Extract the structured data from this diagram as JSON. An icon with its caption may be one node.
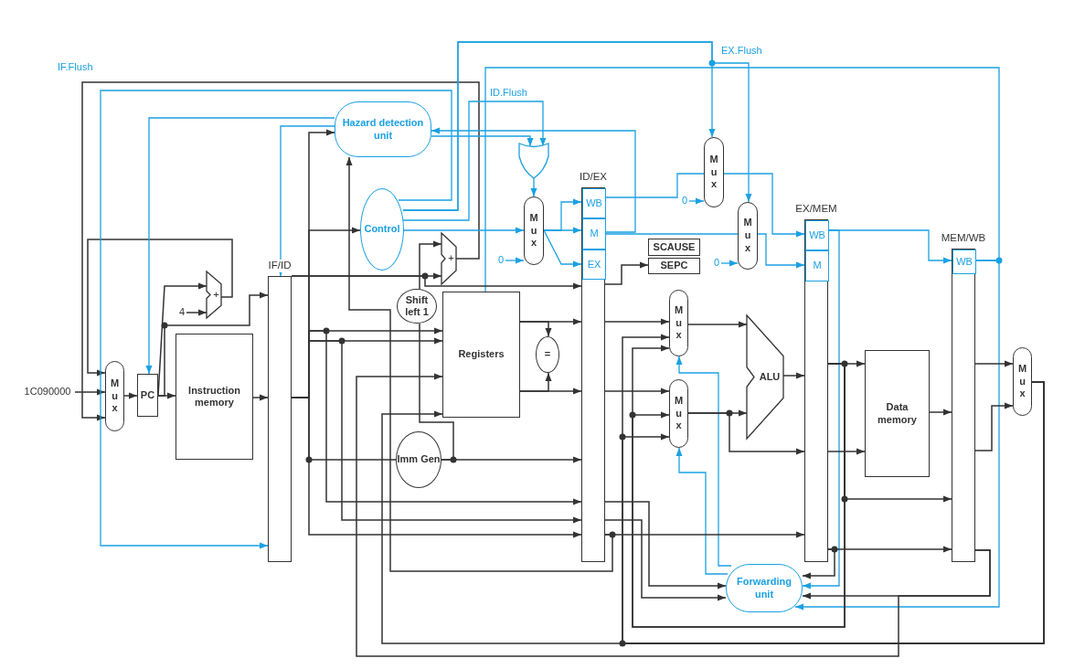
{
  "diagram": {
    "nodes": [
      {
        "text": [
          "Hazard detection unit"
        ]
      },
      {
        "text": [
          "Control"
        ]
      },
      {
        "text": [
          "IF/ID"
        ]
      },
      {
        "text": [
          "PC"
        ]
      },
      {
        "text": [
          "Instruction memory"
        ]
      },
      {
        "text": [
          "Mux"
        ]
      },
      {
        "text": [
          "+"
        ]
      },
      {
        "text": [
          "+"
        ]
      },
      {
        "text": [
          "Shift left 1"
        ]
      },
      {
        "text": [
          "Registers"
        ]
      },
      {
        "text": [
          "="
        ]
      },
      {
        "text": [
          "Imm Gen"
        ]
      },
      {
        "text": [],
        "shape": "gate"
      },
      {
        "text": [
          "Mux"
        ]
      },
      {
        "text": [
          "ID/EX"
        ]
      },
      {
        "text": [
          "WB"
        ],
        "in": 14
      },
      {
        "text": [
          "M"
        ],
        "in": 14
      },
      {
        "text": [
          "EX"
        ],
        "in": 14
      },
      {
        "text": [
          "SCAUSE"
        ]
      },
      {
        "text": [
          "SEPC"
        ]
      },
      {
        "text": [
          "Mux"
        ]
      },
      {
        "text": [
          "Mux"
        ]
      },
      {
        "text": [
          "EX/MEM"
        ]
      },
      {
        "text": [
          "WB"
        ],
        "in": 22
      },
      {
        "text": [
          "M"
        ],
        "in": 22
      },
      {
        "text": [
          "MEM/WB"
        ]
      },
      {
        "text": [
          "WB"
        ],
        "in": 25
      },
      {
        "text": [
          "Mux"
        ]
      },
      {
        "text": [
          "Mux"
        ]
      },
      {
        "text": [
          "ALU"
        ]
      },
      {
        "text": [
          "Data memory"
        ]
      },
      {
        "text": [
          "Mux"
        ]
      },
      {
        "text": [
          "Forwarding unit"
        ]
      },
      {
        "text": [
          "1C090000"
        ]
      },
      {
        "text": [
          "4"
        ]
      },
      {
        "text": [
          "0"
        ]
      },
      {
        "text": [
          "0"
        ]
      },
      {
        "text": [
          "0"
        ]
      }
    ],
    "edges": [
      {
        "from": 33,
        "to": 5,
        "arrow": "to"
      },
      {
        "from": 5,
        "to": 3,
        "arrow": "to"
      },
      {
        "from": 3,
        "to": 4,
        "arrow": "to"
      },
      {
        "from": 3,
        "to": 6,
        "arrow": "to"
      },
      {
        "from": 3,
        "to": 2,
        "arrow": "to"
      },
      {
        "from": 34,
        "to": 6,
        "arrow": "to"
      },
      {
        "from": 6,
        "to": 5,
        "arrow": "to"
      },
      {
        "from": 7,
        "to": 5,
        "arrow": "to"
      },
      {
        "from": 4,
        "to": 2,
        "arrow": "to"
      },
      {
        "from": 2,
        "to": 7,
        "arrow": "to"
      },
      {
        "from": 8,
        "to": 7,
        "arrow": "to"
      },
      {
        "from": 2,
        "to": 0,
        "arrow": "to"
      },
      {
        "from": 2,
        "to": 1,
        "arrow": "to"
      },
      {
        "from": 16,
        "to": 0,
        "arrow": "to",
        "color": "#1ba1e2"
      },
      {
        "from": 14,
        "to": 0,
        "arrow": "to"
      },
      {
        "from": 1,
        "to": 2,
        "arrow": "to",
        "color": "#1ba1e2",
        "label": "IF.Flush"
      },
      {
        "from": 1,
        "to": 20,
        "arrow": "to",
        "color": "#1ba1e2",
        "label": "EX.Flush"
      },
      {
        "from": 1,
        "to": 21,
        "arrow": "to",
        "color": "#1ba1e2"
      },
      {
        "from": 1,
        "to": 12,
        "arrow": "to",
        "color": "#1ba1e2",
        "label": "ID.Flush"
      },
      {
        "from": 0,
        "to": 12,
        "arrow": "to",
        "color": "#1ba1e2"
      },
      {
        "from": 0,
        "to": 3,
        "arrow": "to",
        "color": "#1ba1e2"
      },
      {
        "from": 0,
        "to": 2,
        "arrow": "to",
        "color": "#1ba1e2"
      },
      {
        "from": 12,
        "to": 13,
        "arrow": "to",
        "color": "#1ba1e2"
      },
      {
        "from": 1,
        "to": 13,
        "arrow": "to",
        "color": "#1ba1e2"
      },
      {
        "from": 35,
        "to": 13,
        "arrow": "to",
        "color": "#1ba1e2"
      },
      {
        "from": 13,
        "to": 15,
        "arrow": "to",
        "color": "#1ba1e2"
      },
      {
        "from": 13,
        "to": 16,
        "arrow": "to",
        "color": "#1ba1e2"
      },
      {
        "from": 13,
        "to": 17,
        "arrow": "to",
        "color": "#1ba1e2"
      },
      {
        "from": 15,
        "to": 20,
        "arrow": "none",
        "color": "#1ba1e2"
      },
      {
        "from": 36,
        "to": 20,
        "arrow": "to",
        "color": "#1ba1e2"
      },
      {
        "from": 20,
        "to": 23,
        "arrow": "to",
        "color": "#1ba1e2"
      },
      {
        "from": 16,
        "to": 21,
        "arrow": "none",
        "color": "#1ba1e2"
      },
      {
        "from": 37,
        "to": 21,
        "arrow": "to",
        "color": "#1ba1e2"
      },
      {
        "from": 21,
        "to": 24,
        "arrow": "to",
        "color": "#1ba1e2"
      },
      {
        "from": 14,
        "to": 19,
        "arrow": "to"
      },
      {
        "from": 23,
        "to": 26,
        "arrow": "to",
        "color": "#1ba1e2"
      },
      {
        "from": 23,
        "to": 32,
        "arrow": "to",
        "color": "#1ba1e2"
      },
      {
        "from": 26,
        "to": 32,
        "arrow": "to",
        "color": "#1ba1e2"
      },
      {
        "from": 26,
        "to": 9,
        "arrow": "none",
        "color": "#1ba1e2"
      },
      {
        "from": 32,
        "to": 27,
        "arrow": "to",
        "color": "#1ba1e2"
      },
      {
        "from": 32,
        "to": 28,
        "arrow": "to",
        "color": "#1ba1e2"
      },
      {
        "from": 2,
        "to": 9,
        "arrow": "to"
      },
      {
        "from": 2,
        "to": 9,
        "arrow": "to"
      },
      {
        "from": 2,
        "to": 14,
        "arrow": "to"
      },
      {
        "from": 2,
        "to": 14,
        "arrow": "to"
      },
      {
        "from": 2,
        "to": 14,
        "arrow": "to"
      },
      {
        "from": 2,
        "to": 11,
        "arrow": "none"
      },
      {
        "from": 11,
        "to": 14,
        "arrow": "to"
      },
      {
        "from": 11,
        "to": 8,
        "arrow": "none"
      },
      {
        "from": 9,
        "to": 14,
        "arrow": "to"
      },
      {
        "from": 9,
        "to": 14,
        "arrow": "to"
      },
      {
        "from": 9,
        "to": 10,
        "arrow": "to"
      },
      {
        "from": 9,
        "to": 10,
        "arrow": "to"
      },
      {
        "from": 2,
        "to": 14,
        "arrow": "to"
      },
      {
        "from": 14,
        "to": 27,
        "arrow": "to"
      },
      {
        "from": 14,
        "to": 28,
        "arrow": "to"
      },
      {
        "from": 31,
        "to": 9,
        "arrow": "to"
      },
      {
        "from": 31,
        "to": 27,
        "arrow": "to"
      },
      {
        "from": 31,
        "to": 28,
        "arrow": "to"
      },
      {
        "from": 25,
        "to": 9,
        "arrow": "to"
      },
      {
        "from": 25,
        "to": 32,
        "arrow": "to"
      },
      {
        "from": 22,
        "to": 30,
        "arrow": "to"
      },
      {
        "from": 22,
        "to": 27,
        "arrow": "to"
      },
      {
        "from": 22,
        "to": 28,
        "arrow": "to"
      },
      {
        "from": 22,
        "to": 25,
        "arrow": "to"
      },
      {
        "from": 30,
        "to": 25,
        "arrow": "to"
      },
      {
        "from": 25,
        "to": 31,
        "arrow": "to"
      },
      {
        "from": 25,
        "to": 31,
        "arrow": "to"
      },
      {
        "from": 22,
        "to": 30,
        "arrow": "to"
      },
      {
        "from": 27,
        "to": 29,
        "arrow": "to"
      },
      {
        "from": 28,
        "to": 29,
        "arrow": "to"
      },
      {
        "from": 28,
        "to": 22,
        "arrow": "to"
      },
      {
        "from": 29,
        "to": 22,
        "arrow": "to"
      },
      {
        "from": 14,
        "to": 22,
        "arrow": "to"
      },
      {
        "from": 22,
        "to": 25,
        "arrow": "to"
      },
      {
        "from": 22,
        "to": 32,
        "arrow": "to"
      },
      {
        "from": 14,
        "to": 32,
        "arrow": "to"
      },
      {
        "from": 14,
        "to": 32,
        "arrow": "to"
      }
    ]
  }
}
